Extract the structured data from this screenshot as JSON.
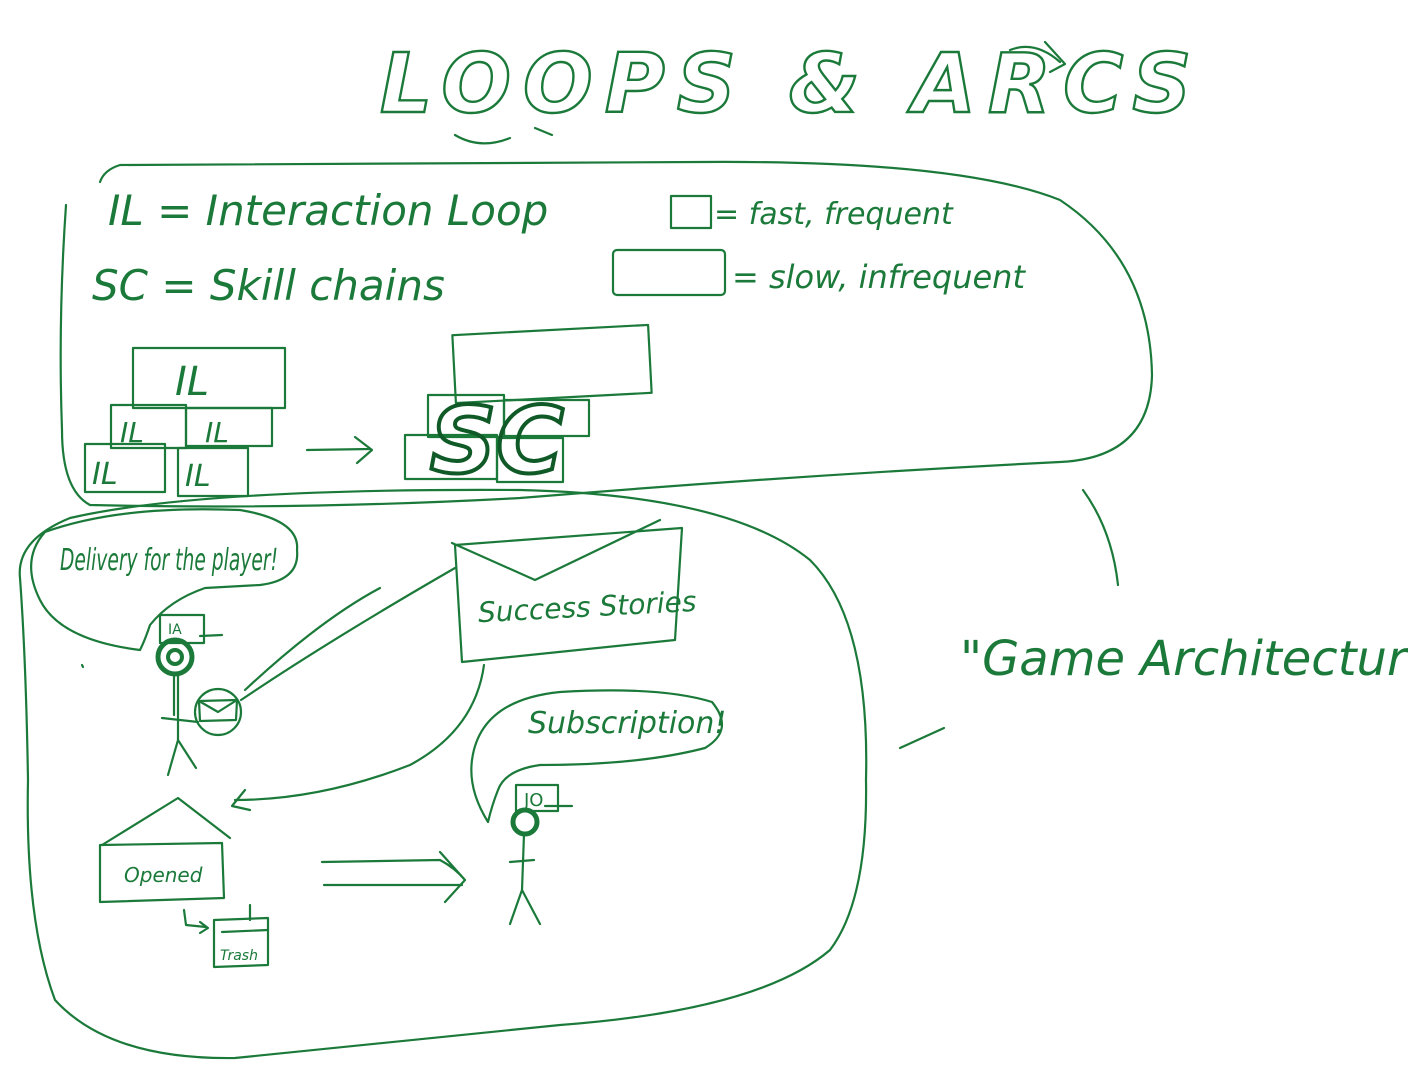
{
  "colors": {
    "ink": "#1b7a3a",
    "ink_dark": "#0f5a27",
    "background": "#ffffff"
  },
  "title": "LOOPS & ARCS",
  "legend": {
    "il_def": "IL = Interaction Loop",
    "sc_def": "SC = Skill chains",
    "fast_label": "= fast, frequent",
    "slow_label": "= slow, infrequent"
  },
  "diagram_top": {
    "il_label": "IL",
    "sc_label": "SC"
  },
  "diagram_bottom": {
    "delivery_bubble": "Delivery for the player!",
    "ia_label": "IA",
    "success_stories_label": "Success Stories",
    "subscription_bubble": "Subscription!",
    "jo_label": "JO",
    "opened_label": "Opened",
    "trash_label": "Trash"
  },
  "quote": "\"Game Architecture\""
}
